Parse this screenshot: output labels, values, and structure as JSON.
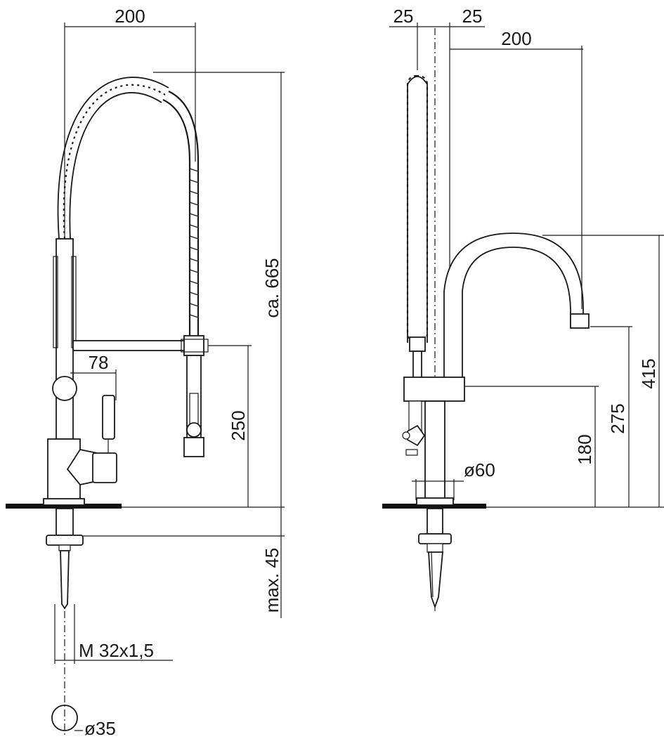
{
  "colors": {
    "line": "#1a1a1a",
    "background": "#ffffff",
    "plate": "#111111"
  },
  "front_view": {
    "dim_top_width": "200",
    "dim_total_height": "ca. 665",
    "dim_lever_offset": "78",
    "dim_spout_height": "250",
    "dim_below_counter": "max. 45",
    "thread_label": "M 32x1,5",
    "hole_diameter": "ø35"
  },
  "side_view": {
    "dim_left_offset": "25",
    "dim_right_offset": "25",
    "dim_reach": "200",
    "dim_outlet_height": "415",
    "dim_body_height": "275",
    "dim_lever_height": "180",
    "base_diameter": "ø60"
  }
}
